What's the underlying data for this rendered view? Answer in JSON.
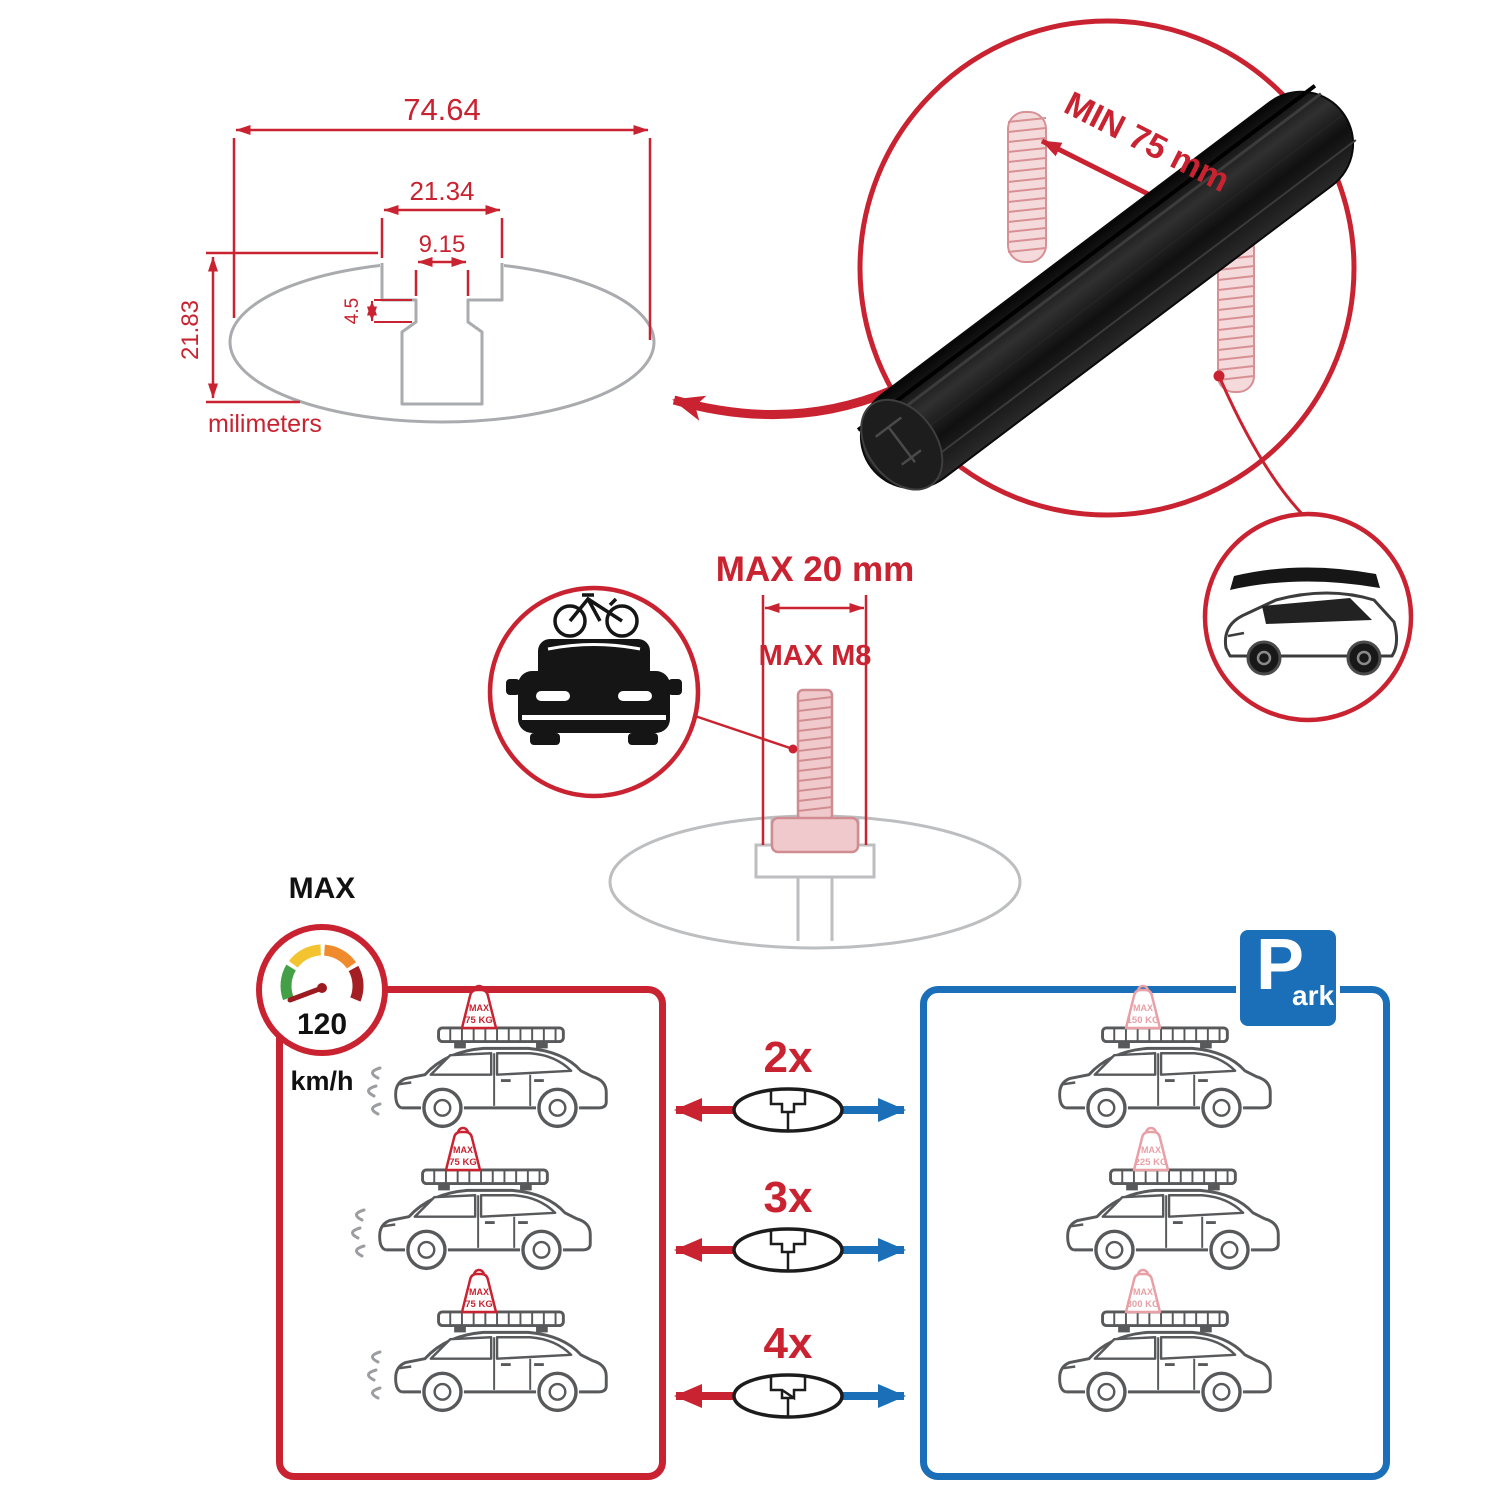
{
  "colors": {
    "accent_red": "#c92331",
    "accent_blue": "#1a6fb8",
    "faded_red": "#e8a0a6",
    "outline_gray": "#58595b",
    "bar_black": "#161616"
  },
  "dimension_drawing": {
    "total_width": "74.64",
    "slot_outer_width": "21.34",
    "slot_inner_width": "9.15",
    "lip_depth": "4.5",
    "total_height": "21.83",
    "units": "milimeters"
  },
  "bar_detail": {
    "min_span": "MIN 75 mm"
  },
  "bolt_spec": {
    "max_length": "MAX 20 mm",
    "max_thread": "MAX M8"
  },
  "speed_badge": {
    "title": "MAX",
    "value": "120",
    "unit": "km/h"
  },
  "park_sign": {
    "letter": "P",
    "rest": "ark"
  },
  "bar_counts": [
    {
      "label": "2x"
    },
    {
      "label": "3x"
    },
    {
      "label": "4x"
    }
  ],
  "driving_cars": [
    {
      "tag_line1": "MAX",
      "tag_line2": "75 KG"
    },
    {
      "tag_line1": "MAX",
      "tag_line2": "75 KG"
    },
    {
      "tag_line1": "MAX",
      "tag_line2": "75 KG"
    }
  ],
  "parked_cars": [
    {
      "tag_line1": "MAX",
      "tag_line2": "150 KG"
    },
    {
      "tag_line1": "MAX",
      "tag_line2": "225 KG"
    },
    {
      "tag_line1": "MAX",
      "tag_line2": "300 KG"
    }
  ]
}
